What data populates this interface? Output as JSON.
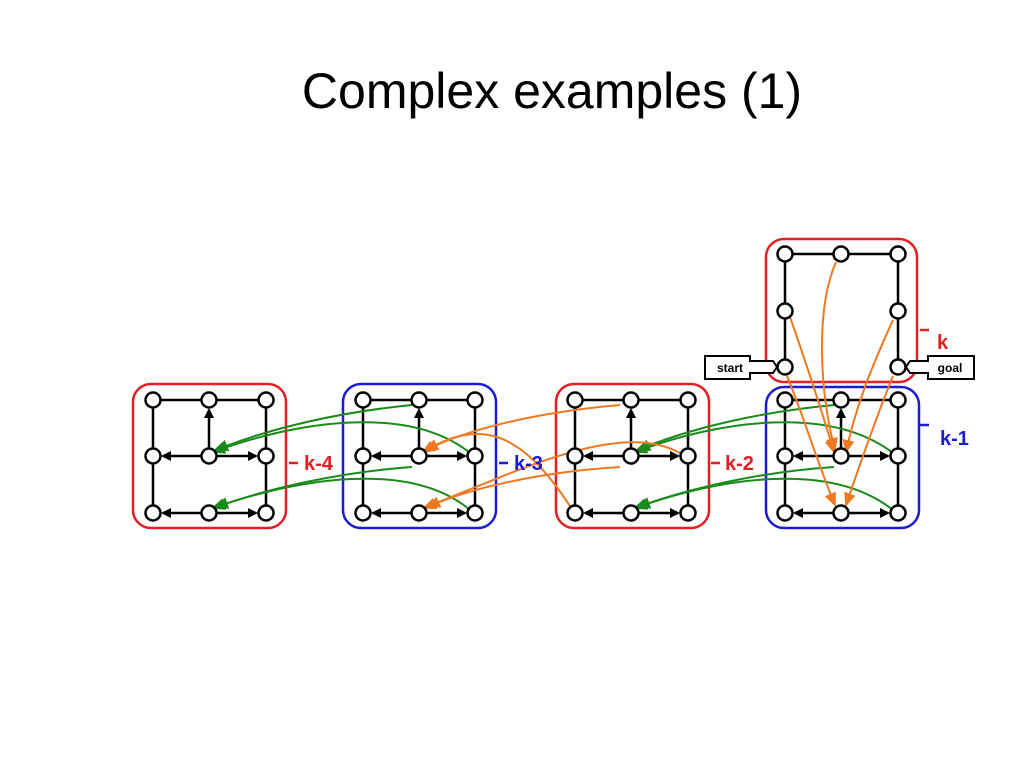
{
  "slide": {
    "title": "Complex examples (1)"
  },
  "colors": {
    "red": "#e31e24",
    "blue": "#1b1bd1",
    "green": "#1a8a1a",
    "orange": "#f07820",
    "ink": "#000000"
  },
  "layers": [
    {
      "label": "k-4",
      "color": "red"
    },
    {
      "label": "k-3",
      "color": "blue"
    },
    {
      "label": "k-2",
      "color": "red"
    },
    {
      "label": "k-1",
      "color": "blue"
    },
    {
      "label": "k",
      "color": "red"
    }
  ],
  "tags": {
    "start": "start",
    "goal": "goal"
  }
}
